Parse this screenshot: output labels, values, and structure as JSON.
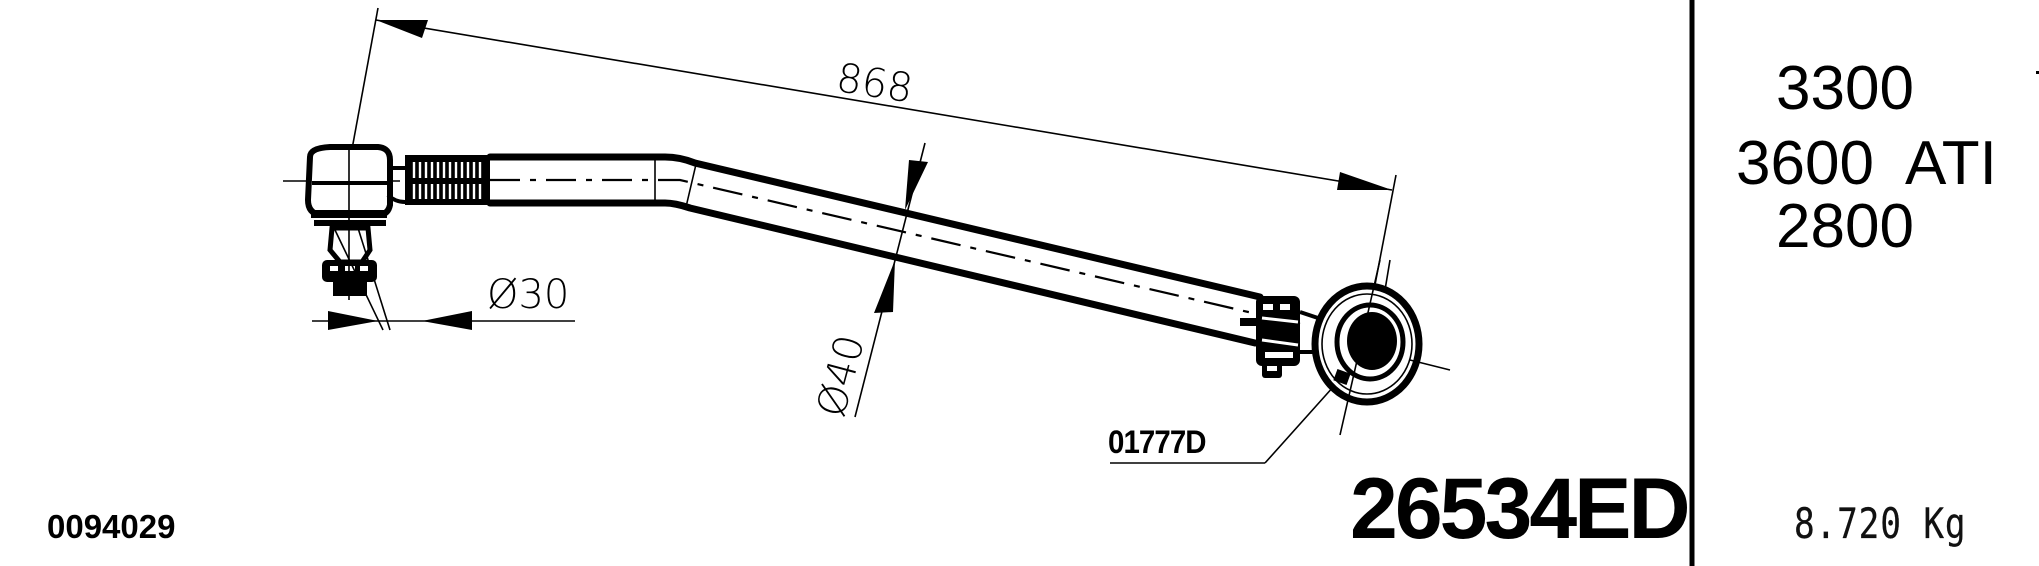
{
  "drawing": {
    "title": "Drag link / tie rod technical drawing",
    "part_number": "26534ED",
    "part_code": "0094029",
    "ball_joint_ref": "01777D",
    "dimensions": {
      "overall_length": "868",
      "ball_stud_diameter": "Ø30",
      "tube_diameter": "Ø40"
    }
  },
  "side_panel": {
    "applications": [
      "3300",
      "3600  ATI",
      "2800"
    ],
    "weight": "8.720 Kg"
  },
  "colors": {
    "ink": "#000000",
    "paper": "#ffffff"
  }
}
